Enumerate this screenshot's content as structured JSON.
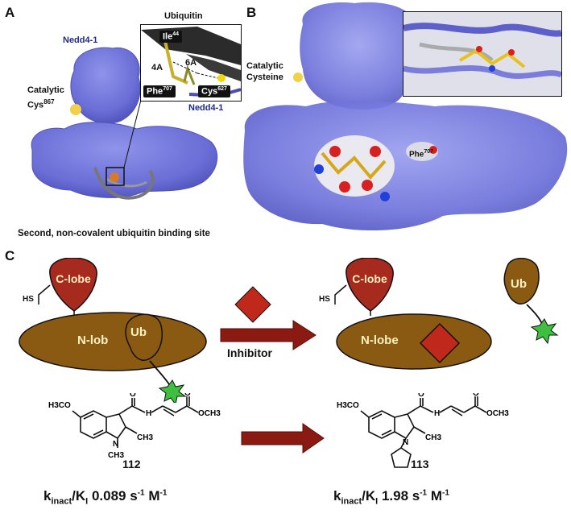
{
  "panels": {
    "a": "A",
    "b": "B",
    "c": "C"
  },
  "panel_a": {
    "protein_label": "Nedd4-1",
    "catalytic_label": "Catalytic",
    "catalytic_residue": "Cys",
    "catalytic_residue_sup": "867",
    "caption": "Second, non-covalent ubiquitin binding site",
    "inset": {
      "title": "Ubiquitin",
      "ile": "Ile",
      "ile_sup": "44",
      "phe": "Phe",
      "phe_sup": "707",
      "cys": "Cys",
      "cys_sup": "627",
      "dist1": "4A",
      "dist2": "6A",
      "protein": "Nedd4-1"
    }
  },
  "panel_b": {
    "catalytic_line1": "Catalytic",
    "catalytic_line2": "Cysteine",
    "phe": "Phe",
    "phe_sup": "707"
  },
  "panel_c": {
    "c_lobe": "C-lobe",
    "n_lobe_left": "N-lob",
    "n_lobe_right": "N-lobe",
    "ub": "Ub",
    "thiol": "HS",
    "arrow_label": "Inhibitor",
    "compound_1": {
      "number": "112",
      "methoxy": "H3CO",
      "ester": "OCH3",
      "n_methyl": "CH3",
      "c_methyl": "CH3",
      "amide_o": "O",
      "ester_o": "O",
      "amide_nh": "H",
      "ring_n": "N",
      "kinetics_prefix": "k",
      "kinetics_sub1": "inact",
      "kinetics_mid": "/K",
      "kinetics_sub2": "I",
      "kinetics_value": "0.089 s",
      "kinetics_exp1": "-1",
      "kinetics_unit": " M",
      "kinetics_exp2": "-1"
    },
    "compound_2": {
      "number": "113",
      "methoxy": "H3CO",
      "ester": "OCH3",
      "c_methyl": "CH3",
      "amide_o": "O",
      "ester_o": "O",
      "amide_nh": "H",
      "ring_n": "N",
      "kinetics_prefix": "k",
      "kinetics_sub1": "inact",
      "kinetics_mid": "/K",
      "kinetics_sub2": "I",
      "kinetics_value": "1.98 s",
      "kinetics_exp1": "-1",
      "kinetics_unit": " M",
      "kinetics_exp2": "-1"
    }
  },
  "colors": {
    "protein_surface": "#6a6ed6",
    "c_lobe": "#a62a1e",
    "n_lobe": "#8a5a12",
    "inhibitor": "#c0281c",
    "arrow": "#8b1a12",
    "fluorophore": "#3fbf3f",
    "ligand": "#e6c21a"
  }
}
